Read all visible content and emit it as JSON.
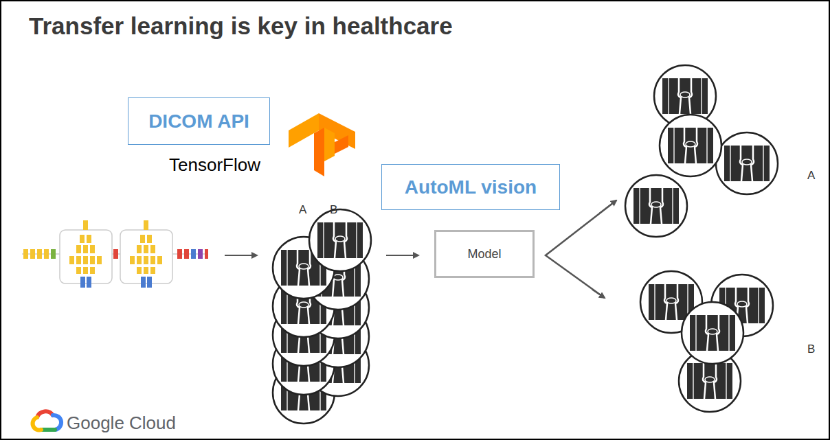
{
  "diagram": {
    "title": "Transfer learning is key in healthcare",
    "nodes": [
      {
        "text": [
          "DICOM API"
        ]
      },
      {
        "text": [
          "AutoML vision"
        ]
      },
      {
        "text": [
          "Model"
        ]
      }
    ],
    "labels": [
      "TensorFlow",
      "A",
      "B",
      "A",
      "B",
      "Google Cloud"
    ]
  }
}
